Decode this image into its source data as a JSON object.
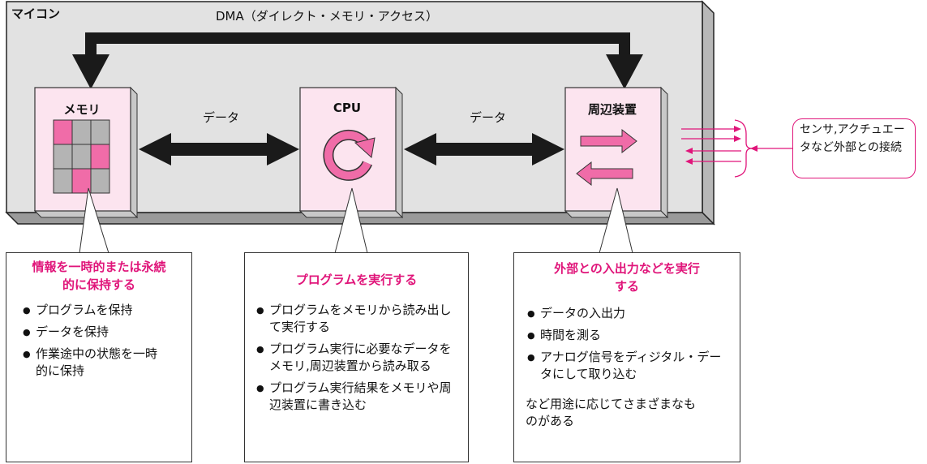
{
  "microcomputer_label": "マイコン",
  "dma_label": "DMA（ダイレクト・メモリ・アクセス）",
  "blocks": {
    "memory": "メモリ",
    "cpu": "CPU",
    "peripheral": "周辺装置"
  },
  "data_label_left": "データ",
  "data_label_right": "データ",
  "external_label": "センサ,アクチュエータなど外部との接続",
  "notes": {
    "memory": {
      "title": "情報を一時的または永続的に保持する",
      "items": [
        "プログラムを保持",
        "データを保持",
        "作業途中の状態を一時的に保持"
      ]
    },
    "cpu": {
      "title": "プログラムを実行する",
      "items": [
        "プログラムをメモリから読み出して実行する",
        "プログラム実行に必要なデータをメモリ,周辺装置から読み取る",
        "プログラム実行結果をメモリや周辺装置に書き込む"
      ]
    },
    "peripheral": {
      "title": "外部との入出力などを実行する",
      "items": [
        "データの入出力",
        "時間を測る",
        "アナログ信号をディジタル・データにして取り込む"
      ],
      "tail": "など用途に応じてさまざまなものがある"
    }
  },
  "colors": {
    "accent": "#e0157a",
    "panel": "#e2e2e2",
    "block_face": "#fce4ef",
    "memory_pink": "#f06ca8",
    "memory_gray": "#b4b4b4"
  }
}
